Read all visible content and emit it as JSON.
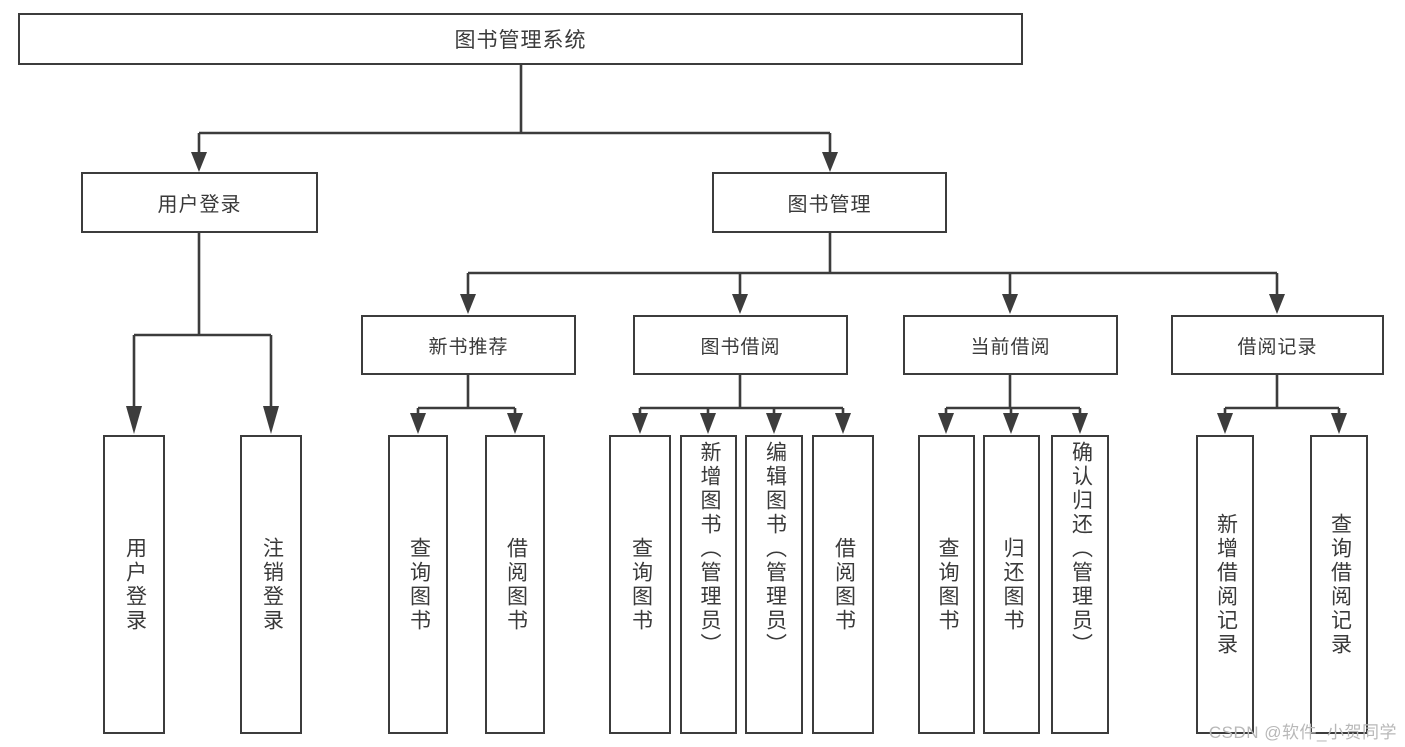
{
  "diagram": {
    "title": "图书管理系统",
    "root": {
      "label": "图书管理系统"
    },
    "level1": [
      {
        "label": "用户登录"
      },
      {
        "label": "图书管理"
      }
    ],
    "level2": [
      {
        "label": "新书推荐"
      },
      {
        "label": "图书借阅"
      },
      {
        "label": "当前借阅"
      },
      {
        "label": "借阅记录"
      }
    ],
    "leaves": {
      "user_login": [
        {
          "label": "用户登录"
        },
        {
          "label": "注销登录"
        }
      ],
      "new_book": [
        {
          "label": "查询图书"
        },
        {
          "label": "借阅图书"
        }
      ],
      "book_borrow": [
        {
          "label": "查询图书"
        },
        {
          "label": "新增图书（管理员）"
        },
        {
          "label": "编辑图书（管理员）"
        },
        {
          "label": "借阅图书"
        }
      ],
      "current_borrow": [
        {
          "label": "查询图书"
        },
        {
          "label": "归还图书"
        },
        {
          "label": "确认归还（管理员）"
        }
      ],
      "borrow_record": [
        {
          "label": "新增借阅记录"
        },
        {
          "label": "查询借阅记录"
        }
      ]
    }
  },
  "watermark": {
    "text": "CSDN @软件_小贺同学"
  },
  "colors": {
    "stroke": "#3c3c3c",
    "text": "#3a3a3a",
    "background": "#ffffff",
    "watermark": "#b8b8b8"
  }
}
